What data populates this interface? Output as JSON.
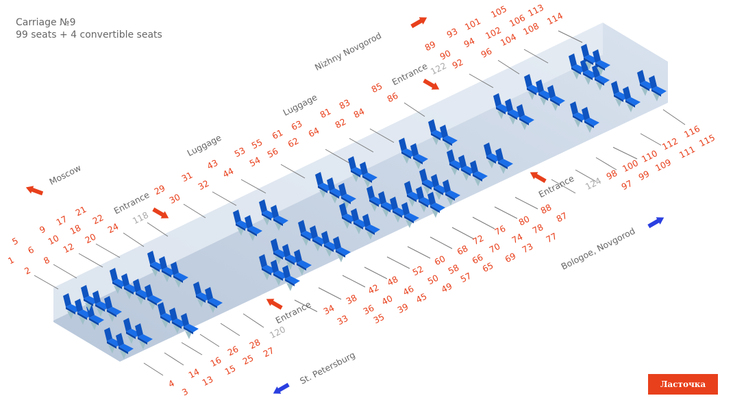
{
  "header": {
    "title": "Carriage №9",
    "subtitle": "99 seats + 4 convertible seats"
  },
  "directions": {
    "moscow": "Moscow",
    "nizhny": "Nizhny Novgorod",
    "st_petersburg": "St. Petersburg",
    "bologoe": "Bologoe, Novgorod"
  },
  "labels": {
    "entrance": "Entrance",
    "luggage": "Luggage"
  },
  "convertible_seats": [
    "118",
    "122",
    "120",
    "124"
  ],
  "seats": [
    "5",
    "9",
    "17",
    "21",
    "1",
    "6",
    "10",
    "18",
    "22",
    "2",
    "8",
    "12",
    "20",
    "24",
    "29",
    "30",
    "31",
    "32",
    "43",
    "44",
    "53",
    "55",
    "61",
    "63",
    "54",
    "56",
    "62",
    "64",
    "81",
    "83",
    "82",
    "84",
    "85",
    "86",
    "92",
    "89",
    "93",
    "101",
    "105",
    "113",
    "90",
    "94",
    "102",
    "106",
    "114",
    "96",
    "104",
    "108",
    "4",
    "3",
    "14",
    "13",
    "16",
    "15",
    "26",
    "25",
    "28",
    "27",
    "34",
    "33",
    "38",
    "36",
    "42",
    "40",
    "35",
    "48",
    "46",
    "39",
    "52",
    "50",
    "45",
    "60",
    "58",
    "49",
    "68",
    "66",
    "57",
    "72",
    "70",
    "65",
    "76",
    "74",
    "69",
    "80",
    "78",
    "73",
    "88",
    "87",
    "77",
    "98",
    "97",
    "100",
    "99",
    "110",
    "109",
    "112",
    "111",
    "116",
    "115"
  ],
  "brand": "Ласточка",
  "colors": {
    "seat_number": "#e8401c",
    "convertible": "#aaaaaa",
    "seat": "#1565d8",
    "arrow_exit": "#e8401c",
    "arrow_direction": "#2a3fe0",
    "brand_bg": "#e8401c"
  }
}
